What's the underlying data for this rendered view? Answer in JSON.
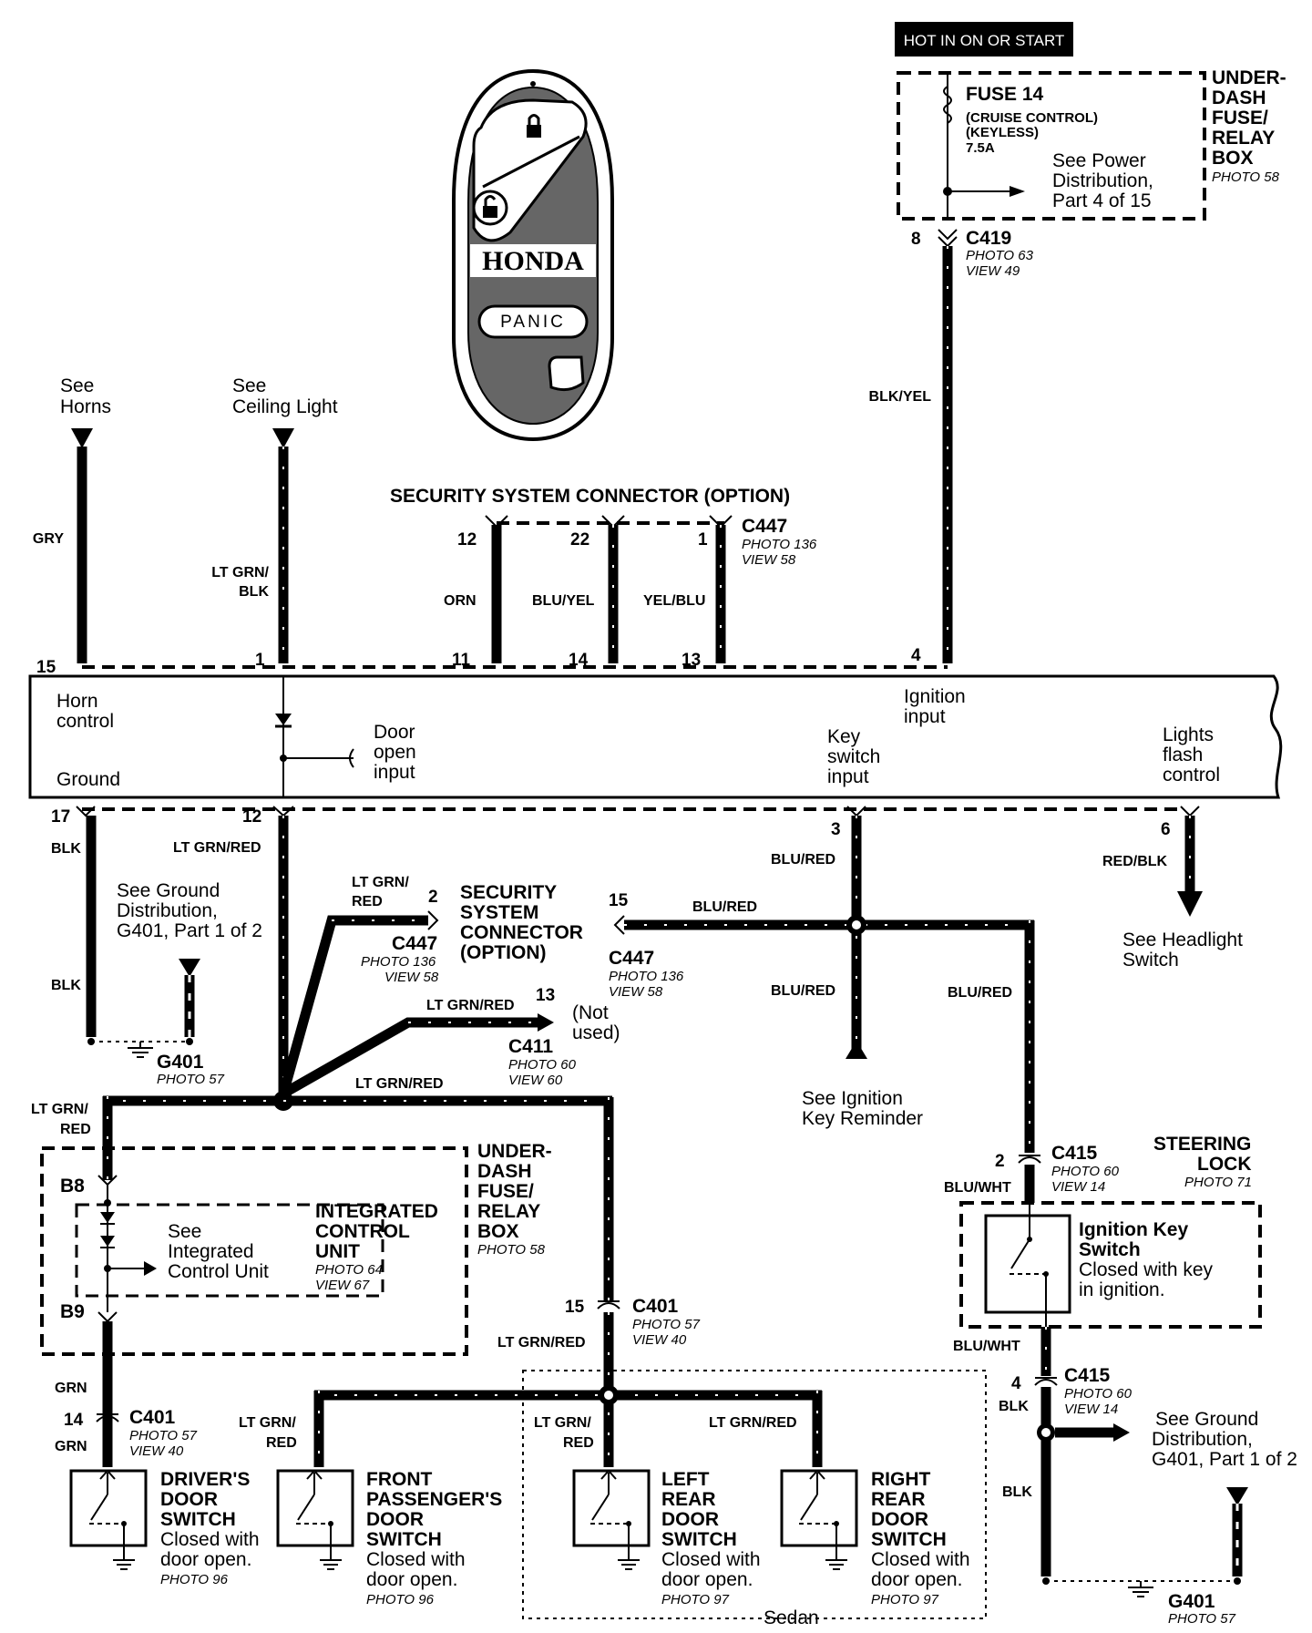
{
  "header_badge": "HOT IN ON OR START",
  "fob": {
    "brand": "HONDA",
    "panic": "PANIC"
  },
  "fuse_box_top": {
    "title": [
      "UNDER-",
      "DASH",
      "FUSE/",
      "RELAY",
      "BOX"
    ],
    "photo": "PHOTO 58",
    "fuse": "FUSE 14",
    "fuse_desc1": "(CRUISE CONTROL)",
    "fuse_desc2": "(KEYLESS)",
    "fuse_amp": "7.5A",
    "power_ref": [
      "See Power",
      "Distribution,",
      "Part 4 of 15"
    ]
  },
  "c419": {
    "name": "C419",
    "pin": "8",
    "photo": "PHOTO 63",
    "view": "VIEW 49",
    "wire": "BLK/YEL",
    "unit_pin": "4"
  },
  "horns": {
    "ref": [
      "See",
      "Horns"
    ],
    "wire": "GRY",
    "pin": "15"
  },
  "ceiling": {
    "ref": [
      "See",
      "Ceiling Light"
    ],
    "wire": [
      "LT GRN/",
      "BLK"
    ],
    "pin": "1"
  },
  "security_top": {
    "title": "SECURITY SYSTEM CONNECTOR (OPTION)",
    "connector": "C447",
    "photo": "PHOTO 136",
    "view": "VIEW 58",
    "wires": [
      {
        "pin_top": "12",
        "color": "ORN",
        "pin_bottom": "11"
      },
      {
        "pin_top": "22",
        "color": "BLU/YEL",
        "pin_bottom": "14"
      },
      {
        "pin_top": "1",
        "color": "YEL/BLU",
        "pin_bottom": "13"
      }
    ]
  },
  "unit": {
    "horn_control": [
      "Horn",
      "control"
    ],
    "ground": "Ground",
    "door_open": [
      "Door",
      "open",
      "input"
    ],
    "key_switch": [
      "Key",
      "switch",
      "input"
    ],
    "ignition": [
      "Ignition",
      "input"
    ],
    "lights_flash": [
      "Lights",
      "flash",
      "control"
    ]
  },
  "ground_left": {
    "pin": "17",
    "wire": "BLK",
    "ref": [
      "See Ground",
      "Distribution,",
      "G401, Part 1 of 2"
    ],
    "ground": "G401",
    "photo": "PHOTO 57"
  },
  "door_wire": {
    "pin": "12",
    "color": "LT GRN/RED"
  },
  "security_mid": {
    "pin": "2",
    "wire": [
      "LT GRN/",
      "RED"
    ],
    "title": [
      "SECURITY",
      "SYSTEM",
      "CONNECTOR",
      "(OPTION)"
    ],
    "connector": "C447",
    "photo": "PHOTO 136",
    "view": "VIEW 58"
  },
  "c411": {
    "pin": "13",
    "wire": "LT GRN/RED",
    "name": "C411",
    "photo": "PHOTO 60",
    "view": "VIEW 60",
    "note": [
      "(Not",
      "used)"
    ]
  },
  "key_wire": {
    "pin": "3",
    "color": "BLU/RED",
    "c447_pin": "15",
    "c447": "C447",
    "c447_photo": "PHOTO 136",
    "c447_view": "VIEW 58",
    "ignition_ref": [
      "See Ignition",
      "Key Reminder"
    ]
  },
  "lights_wire": {
    "pin": "6",
    "color": "RED/BLK",
    "ref": [
      "See Headlight",
      "Switch"
    ]
  },
  "junction_label": "LT GRN/RED",
  "left_branch": [
    "LT GRN/",
    "RED"
  ],
  "fuse_box_mid": {
    "title": [
      "UNDER-",
      "DASH",
      "FUSE/",
      "RELAY",
      "BOX"
    ],
    "photo": "PHOTO 58",
    "b8": "B8",
    "b9": "B9",
    "icu_ref": [
      "See",
      "Integrated",
      "Control Unit"
    ],
    "icu_title": [
      "INTEGRATED",
      "CONTROL",
      "UNIT"
    ],
    "icu_photo": "PHOTO 64",
    "icu_view": "VIEW 67"
  },
  "c401_right": {
    "pin": "15",
    "name": "C401",
    "photo": "PHOTO 57",
    "view": "VIEW 40",
    "wire": "LT GRN/RED"
  },
  "c401_left": {
    "pin": "14",
    "name": "C401",
    "photo": "PHOTO 57",
    "view": "VIEW 40",
    "wire_top": "GRN",
    "wire_bottom": "GRN"
  },
  "steering": {
    "title": [
      "STEERING",
      "LOCK"
    ],
    "photo": "PHOTO 71",
    "c415a": {
      "pin": "2",
      "name": "C415",
      "photo": "PHOTO 60",
      "view": "VIEW 14",
      "wire": "BLU/WHT"
    },
    "switch_title": [
      "Ignition Key",
      "Switch"
    ],
    "switch_desc": [
      "Closed with key",
      "in ignition."
    ],
    "wire_below": "BLU/WHT",
    "c415b": {
      "pin": "4",
      "name": "C415",
      "photo": "PHOTO 60",
      "view": "VIEW 14",
      "wire": "BLK"
    },
    "wire_bottom": "BLK",
    "ground_ref": [
      "See Ground",
      "Distribution,",
      "G401, Part 1 of 2"
    ],
    "ground": "G401",
    "ground_photo": "PHOTO 57"
  },
  "front_pass_wire": [
    "LT GRN/",
    "RED"
  ],
  "left_rear_wire": [
    "LT GRN/",
    "RED"
  ],
  "right_rear_wire": "LT GRN/RED",
  "switches": [
    {
      "title": [
        "DRIVER'S",
        "DOOR",
        "SWITCH"
      ],
      "desc": [
        "Closed with",
        "door open."
      ],
      "photo": "PHOTO 96"
    },
    {
      "title": [
        "FRONT",
        "PASSENGER'S",
        "DOOR",
        "SWITCH"
      ],
      "desc": [
        "Closed with",
        "door open."
      ],
      "photo": "PHOTO 96"
    },
    {
      "title": [
        "LEFT",
        "REAR",
        "DOOR",
        "SWITCH"
      ],
      "desc": [
        "Closed with",
        "door open."
      ],
      "photo": "PHOTO 97"
    },
    {
      "title": [
        "RIGHT",
        "REAR",
        "DOOR",
        "SWITCH"
      ],
      "desc": [
        "Closed with",
        "door open."
      ],
      "photo": "PHOTO 97"
    }
  ],
  "sedan": "Sedan"
}
